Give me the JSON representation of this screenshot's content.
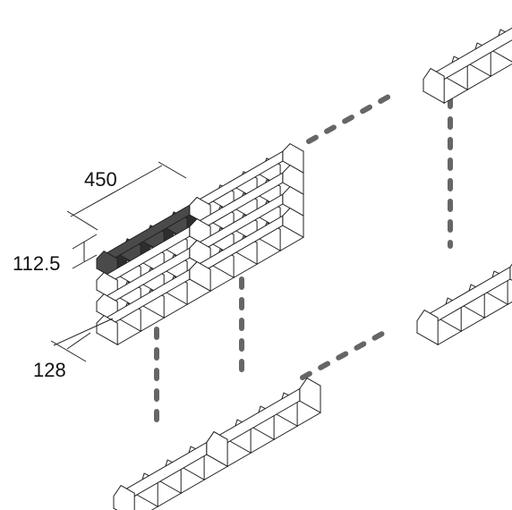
{
  "dimensions": {
    "width_label": "450",
    "height_label": "112.5",
    "depth_label": "128"
  },
  "colors": {
    "highlight_fill": "#4a4a4a",
    "highlight_dark": "#2e2e2e",
    "line": "#222222",
    "dash": "#666666",
    "background": "#ffffff"
  }
}
